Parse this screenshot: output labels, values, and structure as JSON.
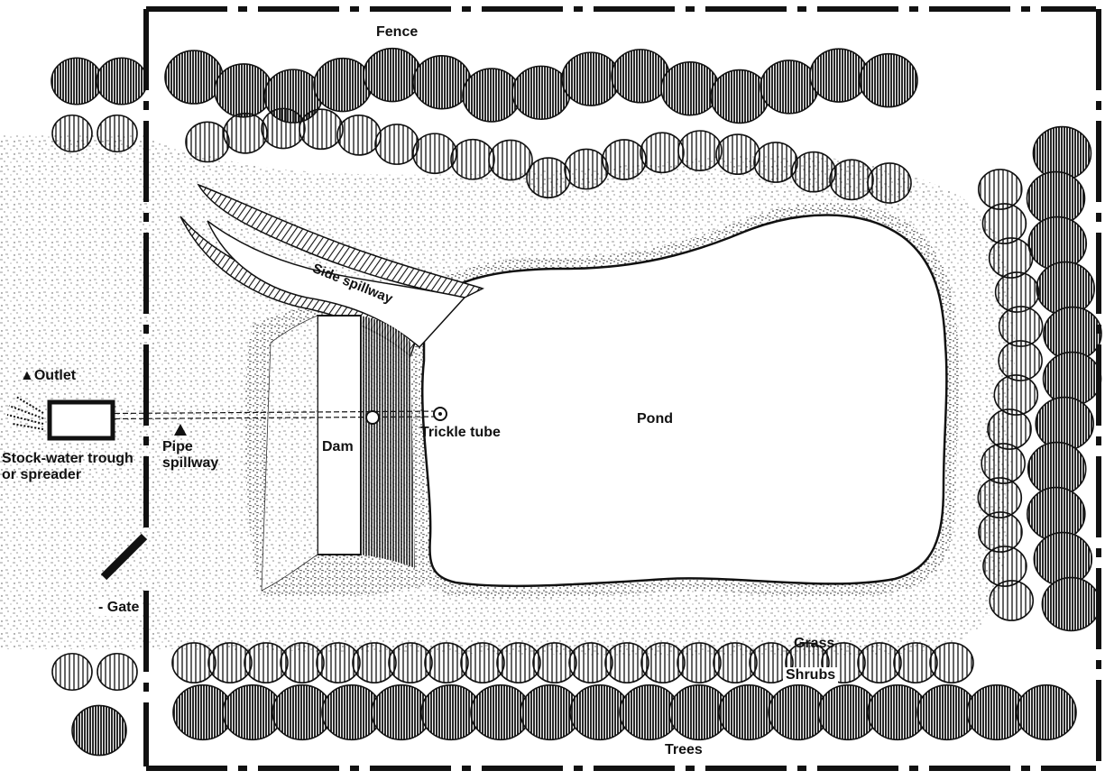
{
  "diagram": {
    "labels": {
      "fence": "Fence",
      "outlet": "Outlet",
      "stock_water_trough": "Stock-water trough or spreader",
      "pipe_spillway": "Pipe spillway",
      "dam": "Dam",
      "side_spillway": "Side spillway",
      "trickle_tube": "Trickle tube",
      "pond": "Pond",
      "gate": "Gate",
      "grass": "Grass",
      "shrubs": "Shrubs",
      "trees": "Trees"
    },
    "colors": {
      "ink": "#111111",
      "paper": "#ffffff",
      "stipple": "#444444"
    }
  }
}
